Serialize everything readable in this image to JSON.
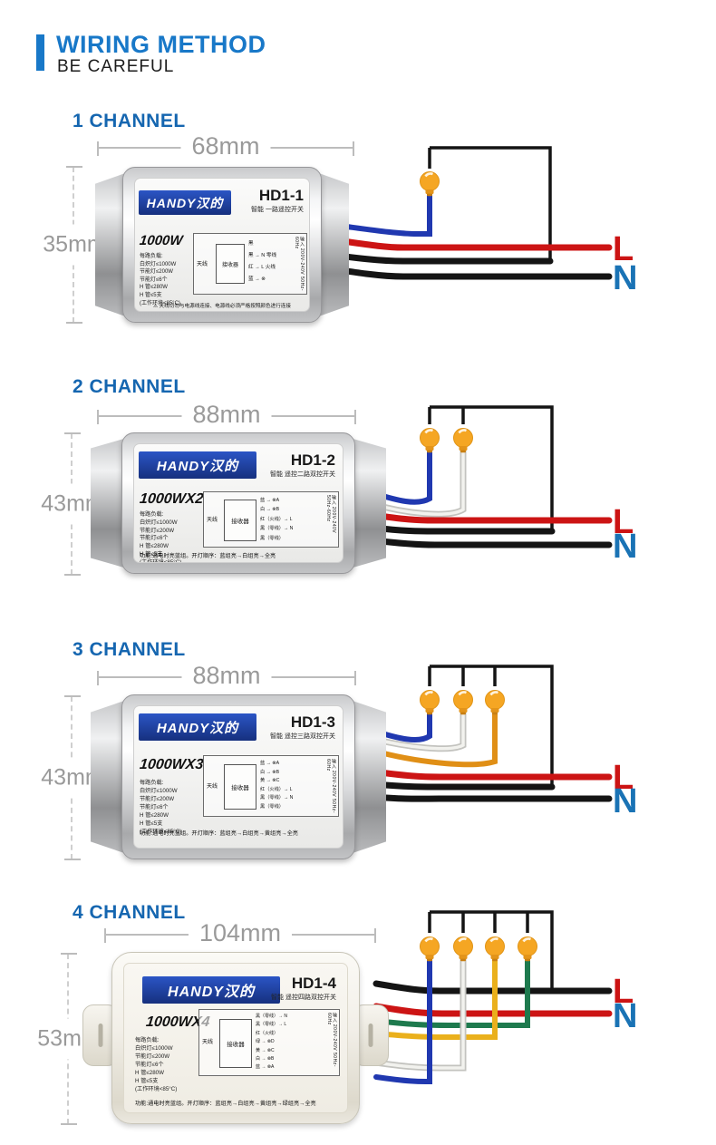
{
  "header": {
    "title": "WIRING METHOD",
    "subtitle": "BE CAREFUL"
  },
  "shared": {
    "brand": "HANDY汉的",
    "specs": [
      "每路负载:",
      "白炽灯≤1000W",
      "节能灯≤200W",
      "节能灯≤6个",
      "H 管≤280W",
      "H 管≤5支",
      "(工作环境<85°C)"
    ],
    "antenna": "天线",
    "receiver": "接收器",
    "input_rating": "输入 200V-240V 50Hz-60Hz",
    "live": "L",
    "neutral": "N"
  },
  "palette": {
    "accent_blue": "#1878c8",
    "channel_blue": "#1566b0",
    "logo_blue": "#1d3f9f",
    "live_red": "#cc1414",
    "neutral_blue": "#1a73b5",
    "wire_black": "#141414",
    "wire_blue": "#2038b0",
    "wire_white": "#eeeeea",
    "wire_orange": "#e08f16",
    "wire_yellow": "#eab01c",
    "wire_green": "#1e7a4e",
    "bulb_orange": "#f5a623"
  },
  "sections": [
    {
      "channel": "1 CHANNEL",
      "width_label": "68mm",
      "height_label": "35mm",
      "model": "HD1-1",
      "subtitle": "智能 一路遥控开关",
      "power": "1000W",
      "rows": [
        "黑",
        "黑 → N 零线",
        "红 → L 火线",
        "蓝 → ⊗"
      ],
      "warning": "⚠ 天线切勿与电源线连接、电源线必须严格按照颜色进行连接"
    },
    {
      "channel": "2 CHANNEL",
      "width_label": "88mm",
      "height_label": "43mm",
      "model": "HD1-2",
      "subtitle": "智能 遥控二路双控开关",
      "power": "1000WX2",
      "rows": [
        "蓝 → ⊗A",
        "白 → ⊗B",
        "红（火线）→ L",
        "黑（零线）→ N",
        "黑（零线）"
      ],
      "function": "功能:通电时亮蓝组。开灯顺序：蓝组亮→白组亮→全亮"
    },
    {
      "channel": "3 CHANNEL",
      "width_label": "88mm",
      "height_label": "43mm",
      "model": "HD1-3",
      "subtitle": "智能 遥控三路双控开关",
      "power": "1000WX3",
      "rows": [
        "蓝 → ⊗A",
        "白 → ⊗B",
        "黄 → ⊗C",
        "红（火线）→ L",
        "黑（零线）→ N",
        "黑（零线）"
      ],
      "function": "功能:通电时亮蓝组。开灯顺序：蓝组亮→白组亮→黄组亮→全亮"
    },
    {
      "channel": "4 CHANNEL",
      "width_label": "104mm",
      "height_label": "53mm",
      "model": "HD1-4",
      "subtitle": "智能 遥控四路双控开关",
      "power": "1000WX4",
      "rows": [
        "黑（零线）→ N",
        "黑（零线）→ L",
        "红（火线）",
        "绿 → ⊗D",
        "黄 → ⊗C",
        "白 → ⊗B",
        "蓝 → ⊗A"
      ],
      "function": "功能:通电时亮蓝组。开灯顺序：蓝组亮→白组亮→黄组亮→绿组亮→全亮"
    }
  ]
}
